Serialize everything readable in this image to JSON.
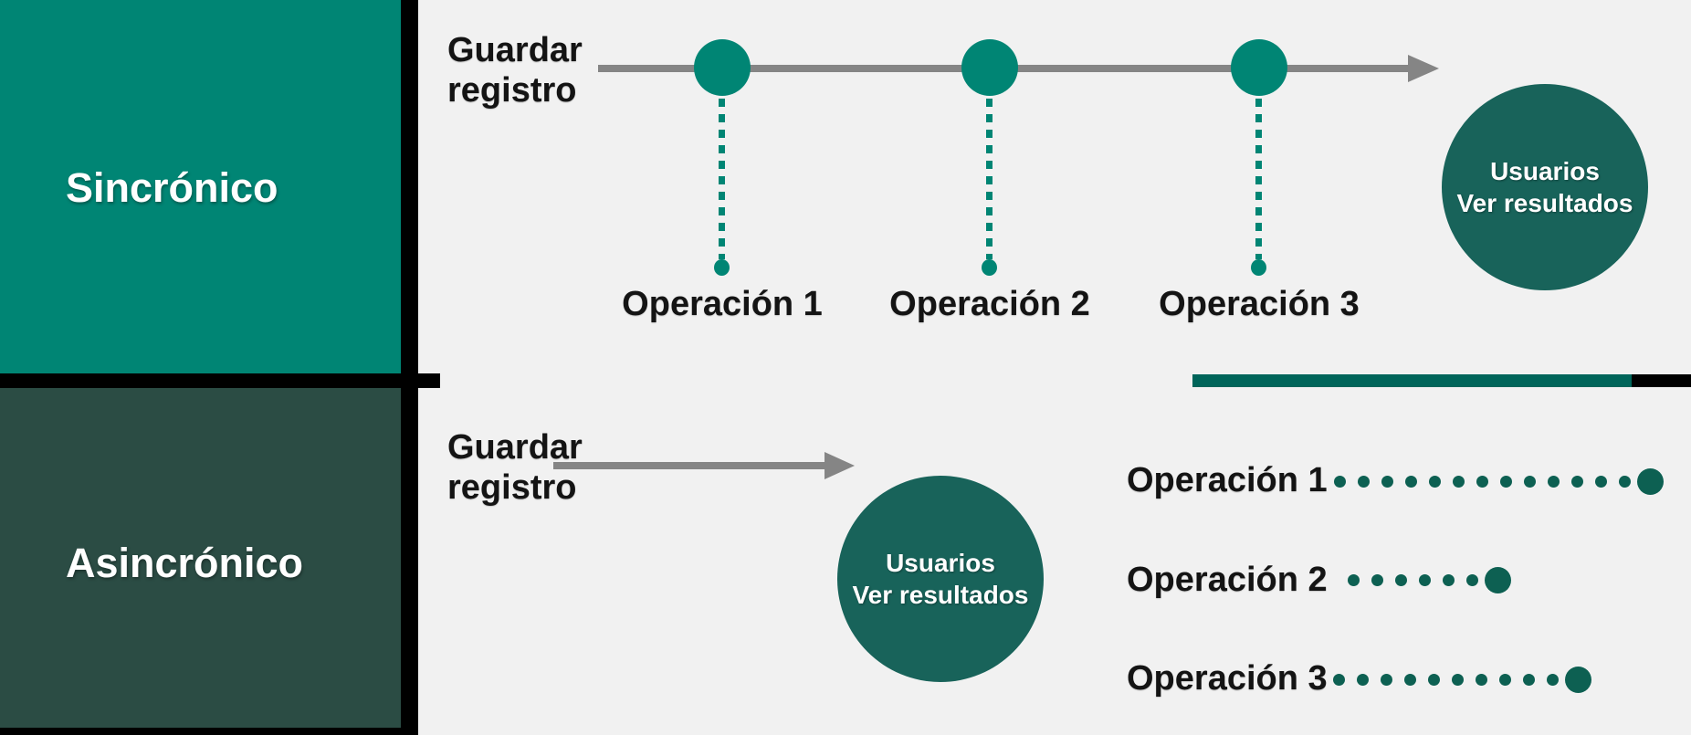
{
  "palette": {
    "background": "#F1F1F1",
    "sync_teal": "#008574",
    "async_green": "#2B4C44",
    "users_circle_teal": "#18635A",
    "progress_dot_teal": "#0D6052",
    "divider_bar_teal": "#00655A",
    "arrow_gray": "#858585",
    "divider_black": "#000000",
    "label_text": "#141414",
    "circle_text": "#FFFFFF"
  },
  "sync_section": {
    "title": "Sincrónico",
    "save_label_line1": "Guardar",
    "save_label_line2": "registro",
    "operations": [
      {
        "label": "Operación 1"
      },
      {
        "label": "Operación 2"
      },
      {
        "label": "Operación 3"
      }
    ],
    "users_circle": {
      "line1": "Usuarios",
      "line2": "Ver resultados"
    }
  },
  "async_section": {
    "title": "Asincrónico",
    "save_label_line1": "Guardar",
    "save_label_line2": "registro",
    "users_circle": {
      "line1": "Usuarios",
      "line2": "Ver resultados"
    },
    "operations": [
      {
        "label": "Operación 1",
        "duration_dots": 13
      },
      {
        "label": "Operación 2",
        "duration_dots": 6
      },
      {
        "label": "Operación 3",
        "duration_dots": 10
      }
    ]
  }
}
